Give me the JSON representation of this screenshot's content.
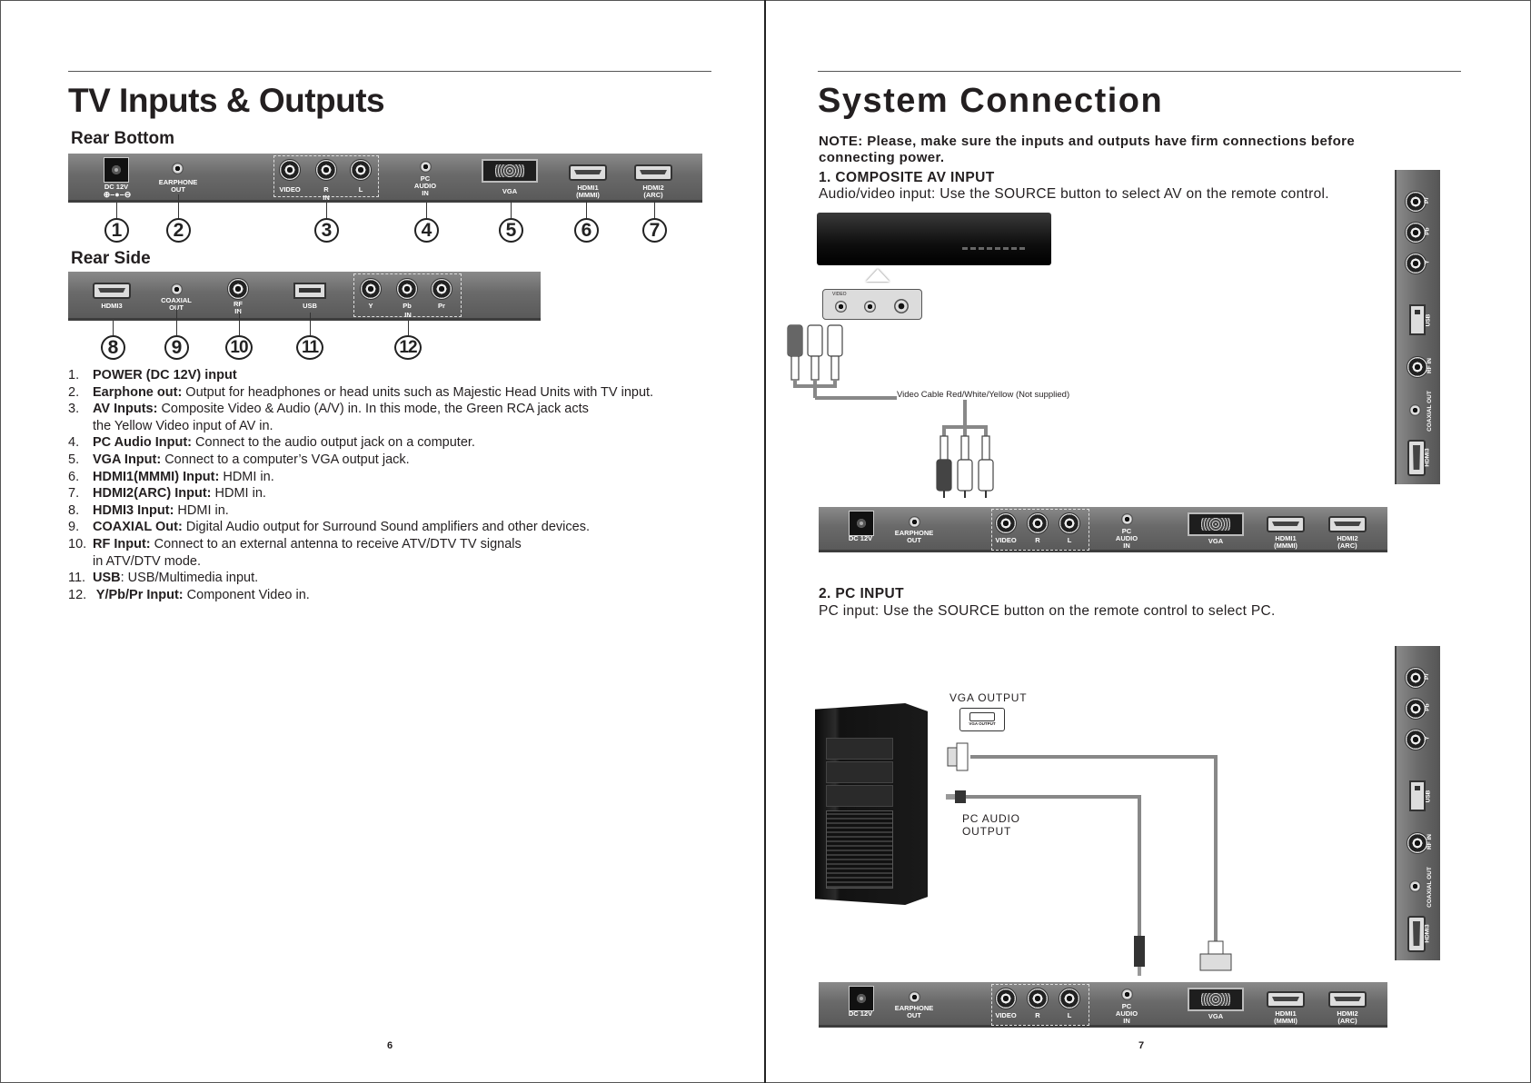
{
  "left_page": {
    "title": "TV Inputs & Outputs",
    "rear_bottom_heading": "Rear Bottom",
    "rear_side_heading": "Rear Side",
    "rear_bottom_labels": {
      "dc": "DC  12V",
      "earphone": "EARPHONE\nOUT",
      "video": "VIDEO",
      "r": "R",
      "l": "L",
      "in": "IN",
      "pc_audio": "PC\nAUDIO\nIN",
      "vga": "VGA",
      "hdmi1": "HDMI1\n(MMMI)",
      "hdmi2": "HDMI2\n(ARC)"
    },
    "rear_side_labels": {
      "hdmi3": "HDMI3",
      "coaxial": "COAXIAL\nOUT",
      "rf": "RF\nIN",
      "usb": "USB",
      "y": "Y",
      "pb": "Pb",
      "pr": "Pr",
      "in": "IN"
    },
    "callouts_bottom": [
      "1",
      "2",
      "3",
      "4",
      "5",
      "6",
      "7"
    ],
    "callouts_side": [
      "8",
      "9",
      "10",
      "11",
      "12"
    ],
    "items": [
      {
        "num": "1.",
        "label": "POWER (DC 12V) input",
        "text": ""
      },
      {
        "num": "2.",
        "label": "Earphone out:",
        "text": " Output for headphones or head units such as Majestic Head Units with TV input."
      },
      {
        "num": "3.",
        "label": "AV Inputs:",
        "text": " Composite Video & Audio (A/V) in. In this mode, the Green RCA jack acts"
      },
      {
        "num": "",
        "label": "",
        "text": "the Yellow Video input of AV in."
      },
      {
        "num": "4.",
        "label": "PC Audio Input:",
        "text": " Connect to the audio output jack on a computer."
      },
      {
        "num": "5.",
        "label": "VGA Input:",
        "text": " Connect to a computer’s VGA output jack."
      },
      {
        "num": "6.",
        "label": "HDMI1(MMMI) Input:",
        "text": " HDMI in."
      },
      {
        "num": "7.",
        "label": "HDMI2(ARC) Input:",
        "text": " HDMI in."
      },
      {
        "num": "8.",
        "label": "HDMI3 Input:",
        "text": " HDMI in."
      },
      {
        "num": "9.",
        "label": "COAXIAL Out:",
        "text": " Digital Audio output for Surround Sound amplifiers and other devices."
      },
      {
        "num": "10.",
        "label": "RF Input:",
        "text": " Connect to an external antenna to receive ATV/DTV TV signals"
      },
      {
        "num": "",
        "label": "",
        "text": "in ATV/DTV mode."
      },
      {
        "num": "11.",
        "label": "USB",
        "text": ": USB/Multimedia input."
      },
      {
        "num": "12.",
        "label": " Y/Pb/Pr Input:",
        "text": " Component Video in."
      }
    ],
    "page_number": "6"
  },
  "right_page": {
    "title": "System  Connection",
    "note": "NOTE: Please, make sure the inputs and outputs have firm connections before",
    "note2": "connecting power.",
    "section1_heading": "1. COMPOSITE AV INPUT",
    "section1_text": "Audio/video input: Use the SOURCE button to select  AV on the remote control.",
    "cable_label": "Video Cable Red/White/Yellow (Not supplied)",
    "device_jack_label": "VIDEO",
    "section2_heading": "2. PC INPUT",
    "section2_text": "PC input: Use the SOURCE button on the remote control to select PC.",
    "vga_output_label": "VGA  OUTPUT",
    "vga_output_small": "VGA OUTPUT",
    "pc_audio_output_label": "PC AUDIO\nOUTPUT",
    "side_panel_labels": {
      "pr": "Pr",
      "pb": "Pb",
      "in": "IN",
      "y": "Y",
      "usb": "USB",
      "rf": "RF IN",
      "coaxial": "COAXIAL OUT",
      "hdmi3": "HDMI3"
    },
    "page_number": "7"
  }
}
